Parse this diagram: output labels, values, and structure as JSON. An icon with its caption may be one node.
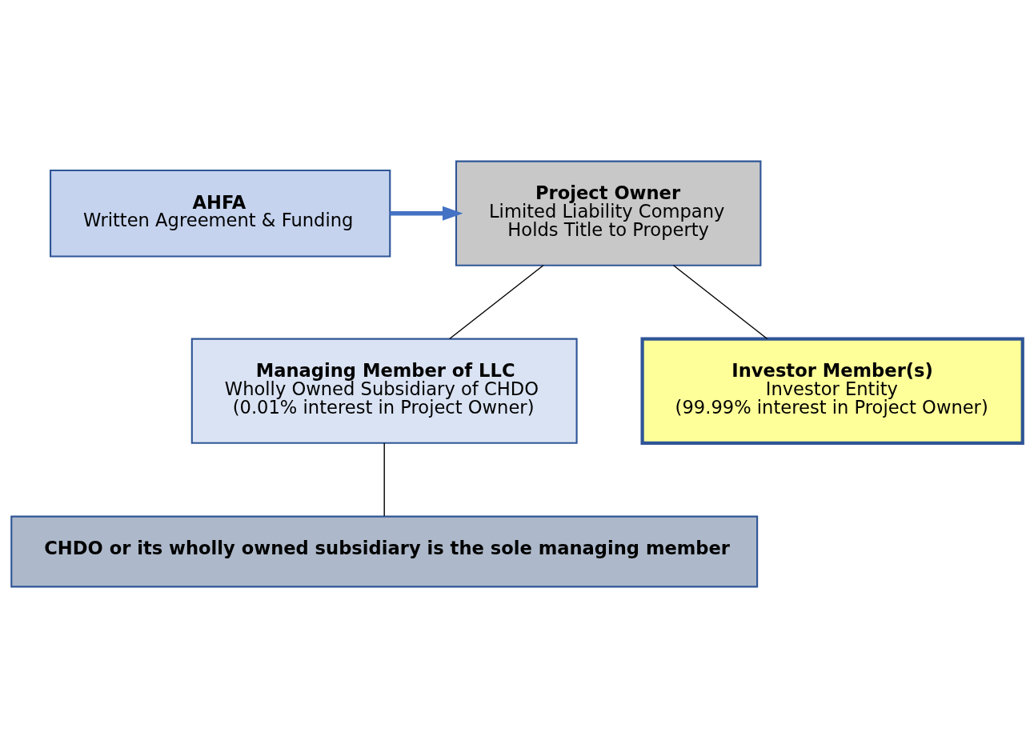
{
  "diagram": {
    "nodes": [
      {
        "text": [
          "AHFA",
          "Written Agreement & Funding"
        ]
      },
      {
        "text": [
          "Project Owner",
          "Limited Liability Company",
          "Holds Title to Property"
        ]
      },
      {
        "text": [
          "Managing Member of LLC",
          "Wholly Owned Subsidiary of CHDO",
          "(0.01% interest in Project Owner)"
        ]
      },
      {
        "text": [
          "Investor Member(s)",
          "Investor Entity",
          "(99.99% interest in Project Owner)"
        ]
      },
      {
        "text": [
          "CHDO or its wholly owned subsidiary is the sole managing member"
        ]
      }
    ],
    "edges": [
      {
        "from": 0,
        "to": 1,
        "arrow": "to",
        "style": "thick",
        "color": "#4472c4"
      },
      {
        "from": 1,
        "to": 2,
        "arrow": "none"
      },
      {
        "from": 1,
        "to": 3,
        "arrow": "none"
      },
      {
        "from": 2,
        "to": 4,
        "arrow": "none"
      }
    ]
  }
}
